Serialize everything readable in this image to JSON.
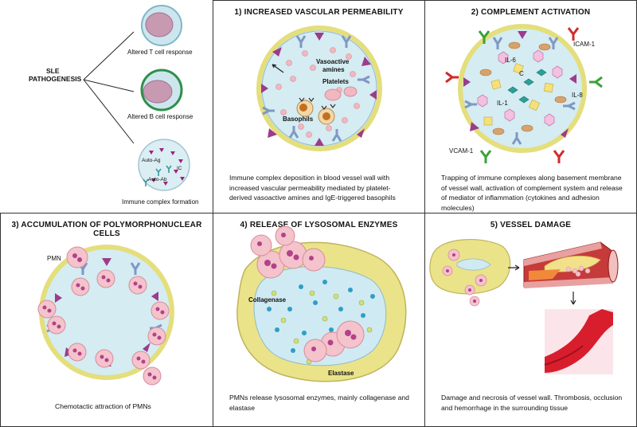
{
  "sle": {
    "title_line1": "SLE",
    "title_line2": "PATHOGENESIS",
    "t_cell": "Altered T cell response",
    "b_cell": "Altered B cell response",
    "immune_complex": "Immune complex formation",
    "auto_ag": "Auto-Ag",
    "ic": "IC",
    "auto_ab": "Auto-Ab"
  },
  "p1": {
    "title": "1) INCREASED VASCULAR PERMEABILITY",
    "vasoactive_line1": "Vasoactive",
    "vasoactive_line2": "amines",
    "platelets": "Platelets",
    "basophils": "Basophils",
    "caption": "Immune complex deposition in blood vessel wall with increased vascular permeability mediated by platelet-derived vasoactive amines and IgE-triggered basophils"
  },
  "p2": {
    "title": "2) COMPLEMENT ACTIVATION",
    "icam": "ICAM-1",
    "vcam": "VCAM-1",
    "il6": "IL-6",
    "il1": "IL-1",
    "il8": "IL-8",
    "c": "C",
    "caption": "Trapping of immune complexes along basement membrane of vessel wall, activation of complement system and release of mediator of inflammation (cytokines and adhesion molecules)"
  },
  "p3": {
    "title": "3) ACCUMULATION OF POLYMORPHONUCLEAR CELLS",
    "pmn": "PMN",
    "caption": "Chemotactic attraction of PMNs"
  },
  "p4": {
    "title": "4) RELEASE OF LYSOSOMAL ENZYMES",
    "collagenase": "Collagenase",
    "elastase": "Elastase",
    "caption": "PMNs release lysosomal enzymes, mainly collagenase and elastase"
  },
  "p5": {
    "title": "5) VESSEL DAMAGE",
    "caption": "Damage and necrosis of vessel wall. Thrombosis, occlusion and hemorrhage in the surrounding tissue"
  },
  "colors": {
    "vessel_fill": "#cfe9ef",
    "vessel_ring": "#e6e07a",
    "pmn_pink": "#f4c3cc",
    "receptor_blue": "#7f98c4",
    "receptor_purple": "#9b3c8c"
  }
}
